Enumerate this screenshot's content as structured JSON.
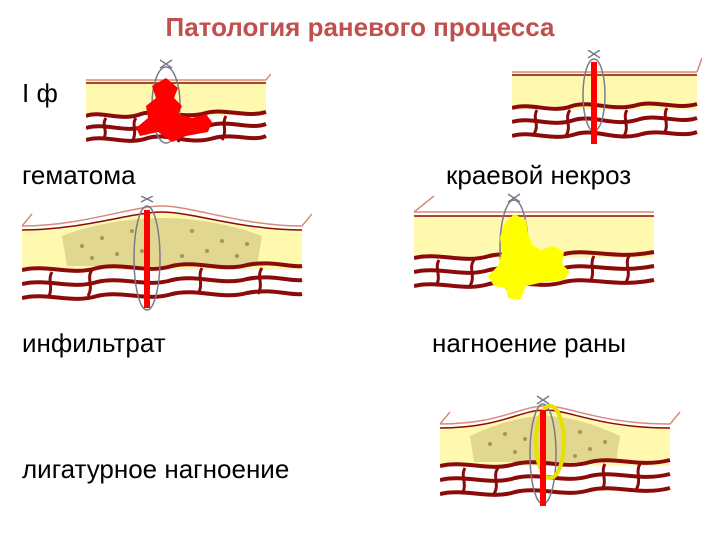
{
  "slide": {
    "title": "Патология раневого процесса",
    "phase_label": "I ф",
    "labels": {
      "hematoma": "гематома",
      "necrosis": "краевой некроз",
      "infiltrate": "инфильтрат",
      "suppuration": "нагноение раны",
      "ligature": "лигатурное нагноение"
    }
  },
  "colors": {
    "title": "#c0504d",
    "fat": "#fff9b0",
    "fat_dot": "#f3e66a",
    "dermis": "#8b0a0a",
    "skin_line": "#d98a7a",
    "blood": "#ff0000",
    "pus": "#ffff00",
    "infiltrate": "#c9bb78",
    "suture": "#7a7a8a"
  }
}
